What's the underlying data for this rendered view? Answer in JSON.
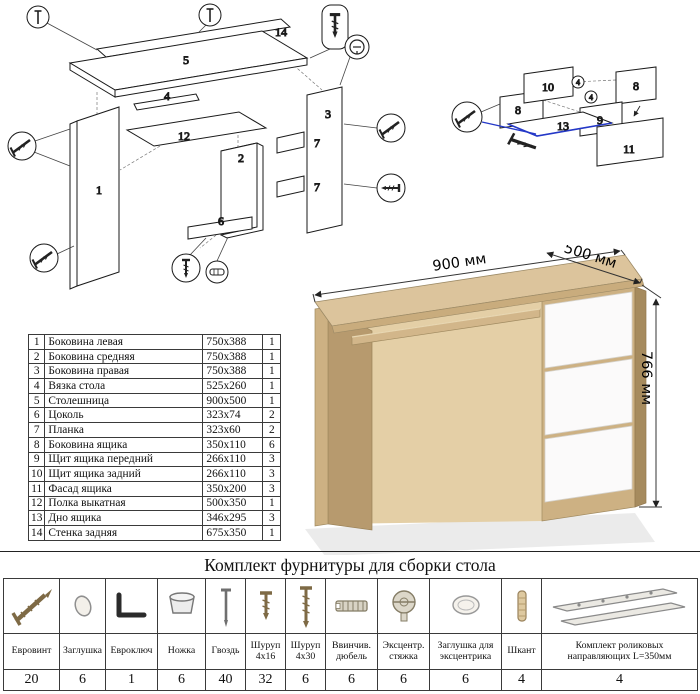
{
  "title": {
    "hardware_kit": "Комплект фурнитуры для сборки стола"
  },
  "desk_view": {
    "width": "900 мм",
    "depth": "500 мм",
    "height": "766 мм"
  },
  "exploded_desk": {
    "p1": "1",
    "p2": "2",
    "p3": "3",
    "p4": "4",
    "p5": "5",
    "p6": "6",
    "p7": "7",
    "p12": "12",
    "p14": "14"
  },
  "exploded_drawer": {
    "p8": "8",
    "p9": "9",
    "p10": "10",
    "p11": "11",
    "p13": "13",
    "dowel": "4"
  },
  "parts": {
    "rows": [
      {
        "n": "1",
        "name": "Боковина левая",
        "size": "750x388",
        "qty": "1"
      },
      {
        "n": "2",
        "name": "Боковина средняя",
        "size": "750x388",
        "qty": "1"
      },
      {
        "n": "3",
        "name": "Боковина правая",
        "size": "750x388",
        "qty": "1"
      },
      {
        "n": "4",
        "name": "Вязка стола",
        "size": "525x260",
        "qty": "1"
      },
      {
        "n": "5",
        "name": "Столешница",
        "size": "900x500",
        "qty": "1"
      },
      {
        "n": "6",
        "name": "Цоколь",
        "size": "323x74",
        "qty": "2"
      },
      {
        "n": "7",
        "name": "Планка",
        "size": "323x60",
        "qty": "2"
      },
      {
        "n": "8",
        "name": "Боковина ящика",
        "size": "350x110",
        "qty": "6"
      },
      {
        "n": "9",
        "name": "Щит ящика передний",
        "size": "266x110",
        "qty": "3"
      },
      {
        "n": "10",
        "name": "Щит ящика задний",
        "size": "266x110",
        "qty": "3"
      },
      {
        "n": "11",
        "name": "Фасад ящика",
        "size": "350x200",
        "qty": "3"
      },
      {
        "n": "12",
        "name": "Полка выкатная",
        "size": "500x350",
        "qty": "1"
      },
      {
        "n": "13",
        "name": "Дно ящика",
        "size": "346x295",
        "qty": "3"
      },
      {
        "n": "14",
        "name": "Стенка задняя",
        "size": "675x350",
        "qty": "1"
      }
    ]
  },
  "hardware": {
    "items": [
      {
        "name": "Евровинт",
        "qty": "20"
      },
      {
        "name": "Заглушка",
        "qty": "6"
      },
      {
        "name": "Евроключ",
        "qty": "1"
      },
      {
        "name": "Ножка",
        "qty": "6"
      },
      {
        "name": "Гвоздь",
        "qty": "40"
      },
      {
        "name": "Шуруп 4х16",
        "qty": "32"
      },
      {
        "name": "Шуруп 4х30",
        "qty": "6"
      },
      {
        "name": "Ввинчив. дюбель",
        "qty": "6"
      },
      {
        "name": "Эксцентр. стяжка",
        "qty": "6"
      },
      {
        "name": "Заглушка для эксцентрика",
        "qty": "6"
      },
      {
        "name": "Шкант",
        "qty": "4"
      },
      {
        "name": "Комплект роликовых направляющих L=350мм",
        "qty": "4"
      }
    ]
  }
}
